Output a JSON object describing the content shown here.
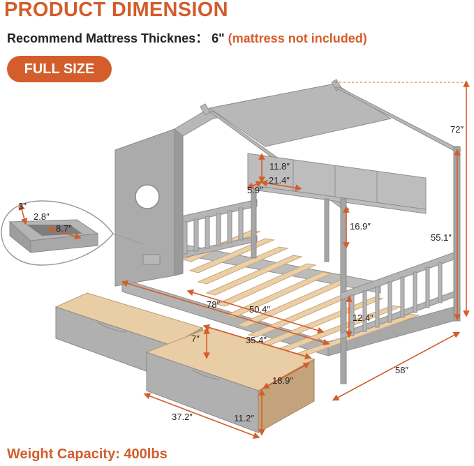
{
  "header": {
    "title": "PRODUCT DIMENSION",
    "mattress_label": "Recommend Mattress Thicknes：",
    "mattress_value": "6\"",
    "mattress_note": "(mattress not included)"
  },
  "badge": {
    "label": "FULL SIZE"
  },
  "footer": {
    "capacity": "Weight Capacity: 400lbs"
  },
  "dimensions": {
    "height_total": "72″",
    "height_side": "55.1″",
    "width": "58″",
    "length": "78″",
    "inner_length": "50.4″",
    "shelf_height": "11.8″",
    "shelf_width": "21.4″",
    "shelf_depth": "5.9″",
    "shelf_drop": "16.9″",
    "rail_height": "12.4″",
    "drawer_length": "35.4″",
    "drawer_height": "7″",
    "drawer_depth_inner": "18.9″",
    "drawer_width": "37.2″",
    "drawer_front_height": "11.2″",
    "cup_d1": "3″",
    "cup_d2": "2.8″",
    "cup_d3": "8.7″"
  },
  "colors": {
    "accent": "#d35d2b",
    "wood_gray": "#a3a3a3",
    "pine": "#e8c9a0"
  }
}
